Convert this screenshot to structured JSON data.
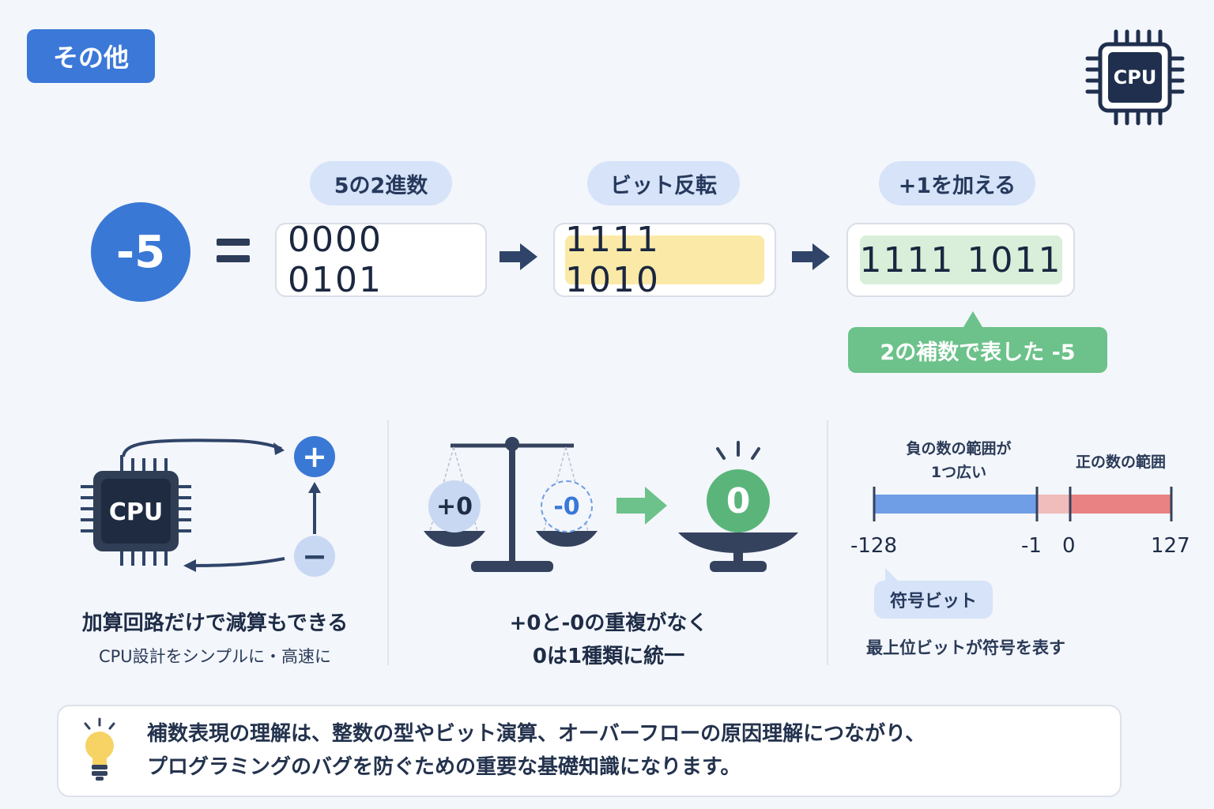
{
  "category": "その他",
  "cpu_chip_label": "CPU",
  "equation": {
    "value": "-5",
    "steps": [
      {
        "label": "5の2進数",
        "binary": "0000 0101",
        "highlight": "#ffffff"
      },
      {
        "label": "ビット反転",
        "binary": "1111 1010",
        "highlight": "#fbeaa7"
      },
      {
        "label": "+1を加える",
        "binary": "1111 1011",
        "highlight": "#d9efd9"
      }
    ],
    "result_label": "2の補数で表した -5"
  },
  "panels": {
    "adder": {
      "chip_label": "CPU",
      "title": "加算回路だけで減算もできる",
      "subtitle": "CPU設計をシンプルに・高速に"
    },
    "zero": {
      "plus_zero": "+0",
      "minus_zero": "-0",
      "zero": "0",
      "title_line1": "+0と-0の重複がなく",
      "title_line2": "0は1種類に統一"
    },
    "range": {
      "negative_label_line1": "負の数の範囲が",
      "negative_label_line2": "1つ広い",
      "positive_label": "正の数の範囲",
      "min": "-128",
      "neg_one": "-1",
      "zero": "0",
      "max": "127",
      "sign_bit": "符号ビット",
      "sign_bit_desc": "最上位ビットが符号を表す",
      "colors": {
        "negative": "#6f9ee6",
        "positive": "#e98282"
      }
    }
  },
  "footer": {
    "line1": "補数表現の理解は、整数の型やビット演算、オーバーフローの原因理解につながり、",
    "line2": "プログラミングのバグを防ぐための重要な基礎知識になります。"
  },
  "icons": [
    "cpu-chip-icon",
    "right-arrow-icon",
    "plus-icon",
    "minus-icon",
    "balance-scale-icon",
    "lightbulb-icon"
  ]
}
